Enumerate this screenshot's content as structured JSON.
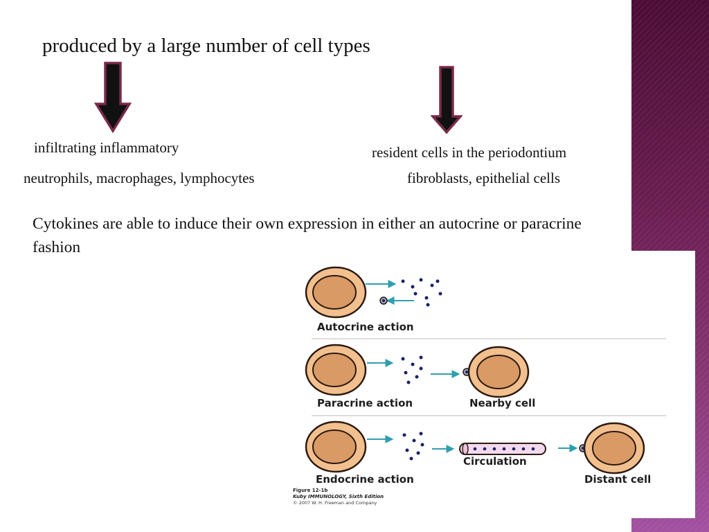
{
  "heading": "produced by a large number of cell types",
  "left_branch": {
    "label": "infiltrating inflammatory",
    "examples": "neutrophils, macrophages, lymphocytes"
  },
  "right_branch": {
    "label": "resident cells in the periodontium",
    "examples": "fibroblasts, epithelial cells"
  },
  "paragraph": "Cytokines are able to induce their own expression in either an autocrine or paracrine fashion",
  "figure": {
    "labels": {
      "autocrine": "Autocrine action",
      "paracrine": "Paracrine action",
      "nearby": "Nearby cell",
      "endocrine": "Endocrine action",
      "circulation": "Circulation",
      "distant": "Distant cell"
    },
    "caption": {
      "line1": "Figure 12-1b",
      "line2": "Kuby IMMUNOLOGY, Sixth Edition",
      "line3": "© 2007 W. H. Freeman and Company"
    }
  },
  "colors": {
    "sidebar": "#5a1444",
    "arrow_fill": "#111111",
    "arrow_outline": "#7a2a4a",
    "cell_outer": "#f2c08e",
    "cell_nucleus": "#d99a66",
    "cell_stroke": "#2b1a10",
    "dot": "#1a2366",
    "teal_arrow": "#2e9fb0"
  }
}
